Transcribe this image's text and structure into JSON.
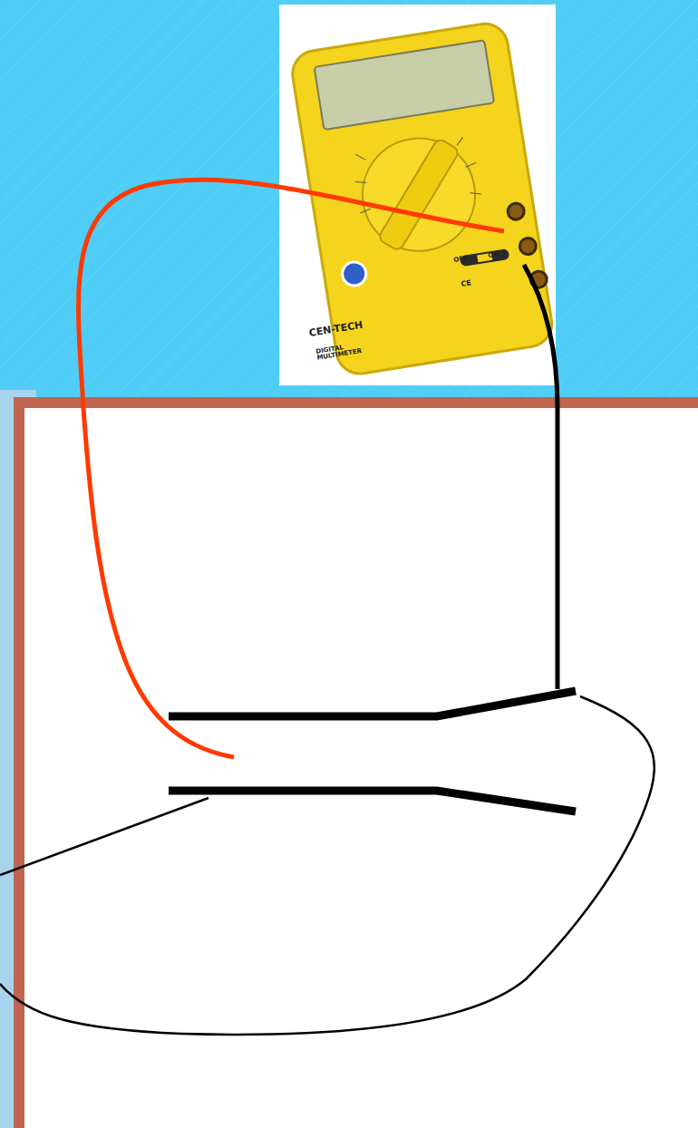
{
  "diagram": {
    "labels": [
      "CEN-TECH",
      "DIGITAL MULTIMETER",
      "OFF",
      "ON",
      "CE"
    ]
  }
}
